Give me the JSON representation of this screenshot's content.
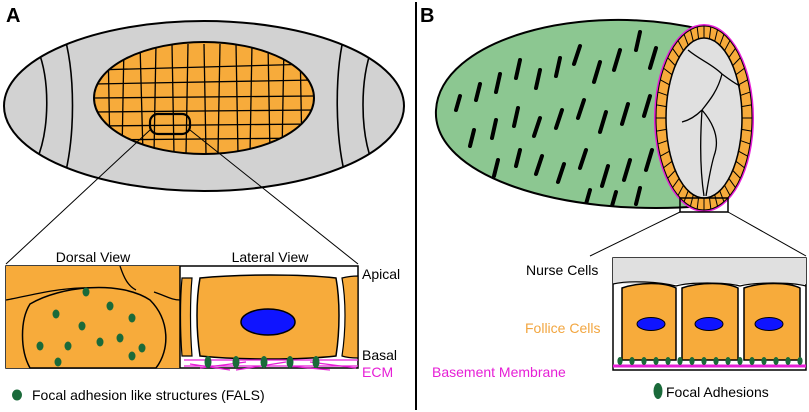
{
  "panel_a": {
    "letter": "A",
    "dorsal_view": "Dorsal View",
    "lateral_view": "Lateral View",
    "apical": "Apical",
    "basal": "Basal",
    "ecm": "ECM",
    "legend": "Focal adhesion like structures (FALS)"
  },
  "panel_b": {
    "letter": "B",
    "nurse_cells": "Nurse Cells",
    "follice_cells": "Follice Cells",
    "basement_membrane": "Basement Membrane",
    "focal_adhesions": "Focal Adhesions"
  },
  "colors": {
    "cell_orange": "#f7ab3b",
    "embryo_gray": "#d2d2d2",
    "chamber_green": "#8cc791",
    "nucleus_blue": "#0f14ff",
    "adhesion_green": "#1a6a3a",
    "membrane_magenta": "#e61fd6",
    "follice_text": "#f2a640"
  }
}
